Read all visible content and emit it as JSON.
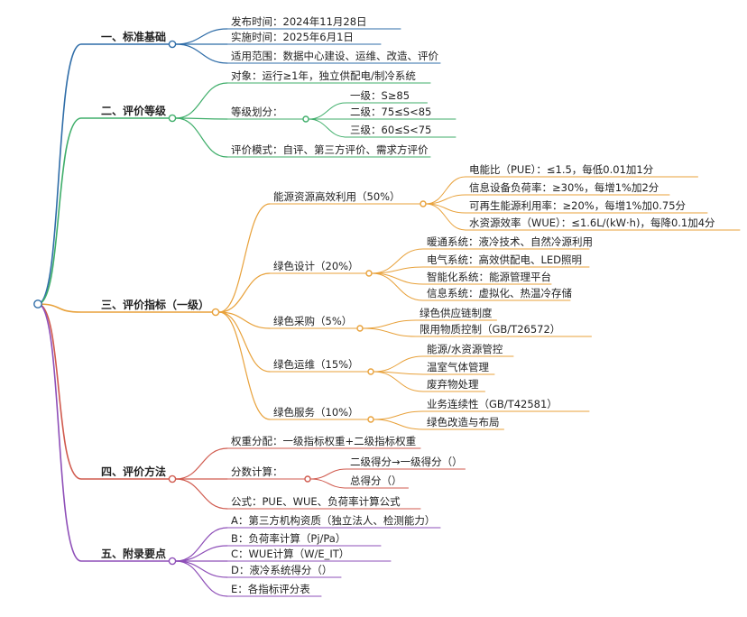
{
  "colors": {
    "b1": "#2f6da8",
    "b2": "#3fae6a",
    "b3": "#e8a13a",
    "b4": "#d05a4e",
    "b5": "#8e4fb8",
    "root": "#2f6da8"
  },
  "branches": [
    {
      "label": "一、标准基础",
      "children": [
        {
          "label": "发布时间：2024年11月28日"
        },
        {
          "label": "实施时间：2025年6月1日"
        },
        {
          "label": "适用范围：数据中心建设、运维、改造、评价"
        }
      ]
    },
    {
      "label": "二、评价等级",
      "children": [
        {
          "label": "对象：运行≥1年，独立供配电/制冷系统"
        },
        {
          "label": "等级划分：",
          "children": [
            {
              "label": "一级：S≥85"
            },
            {
              "label": "二级：75≤S<85"
            },
            {
              "label": "三级：60≤S<75"
            }
          ]
        },
        {
          "label": "评价模式：自评、第三方评价、需求方评价"
        }
      ]
    },
    {
      "label": "三、评价指标（一级）",
      "children": [
        {
          "label": "能源资源高效利用（50%）",
          "children": [
            {
              "label": "电能比（PUE）：≤1.5，每低0.01加1分"
            },
            {
              "label": "信息设备负荷率：≥30%，每增1%加2分"
            },
            {
              "label": "可再生能源利用率：≥20%，每增1%加0.75分"
            },
            {
              "label": "水资源效率（WUE）：≤1.6L/(kW·h)，每降0.1加4分"
            }
          ]
        },
        {
          "label": "绿色设计（20%）",
          "children": [
            {
              "label": "暖通系统：液冷技术、自然冷源利用"
            },
            {
              "label": "电气系统：高效供配电、LED照明"
            },
            {
              "label": "智能化系统：能源管理平台"
            },
            {
              "label": "信息系统：虚拟化、热温冷存储"
            }
          ]
        },
        {
          "label": "绿色采购（5%）",
          "children": [
            {
              "label": "绿色供应链制度"
            },
            {
              "label": "限用物质控制（GB/T26572）"
            }
          ]
        },
        {
          "label": "绿色运维（15%）",
          "children": [
            {
              "label": "能源/水资源管控"
            },
            {
              "label": "温室气体管理"
            },
            {
              "label": "废弃物处理"
            }
          ]
        },
        {
          "label": "绿色服务（10%）",
          "children": [
            {
              "label": "业务连续性（GB/T42581）"
            },
            {
              "label": "绿色改造与布局"
            }
          ]
        }
      ]
    },
    {
      "label": "四、评价方法",
      "children": [
        {
          "label": "权重分配：一级指标权重+二级指标权重"
        },
        {
          "label": "分数计算：",
          "children": [
            {
              "label": "二级得分→一级得分（）"
            },
            {
              "label": "总得分（）"
            }
          ]
        },
        {
          "label": "公式：PUE、WUE、负荷率计算公式"
        }
      ]
    },
    {
      "label": "五、附录要点",
      "children": [
        {
          "label": "A：第三方机构资质（独立法人、检测能力）"
        },
        {
          "label": "B：负荷率计算（Pj/Pa）"
        },
        {
          "label": "C：WUE计算（W/E_IT）"
        },
        {
          "label": "D：液冷系统得分（）"
        },
        {
          "label": "E：各指标评分表"
        }
      ]
    }
  ]
}
